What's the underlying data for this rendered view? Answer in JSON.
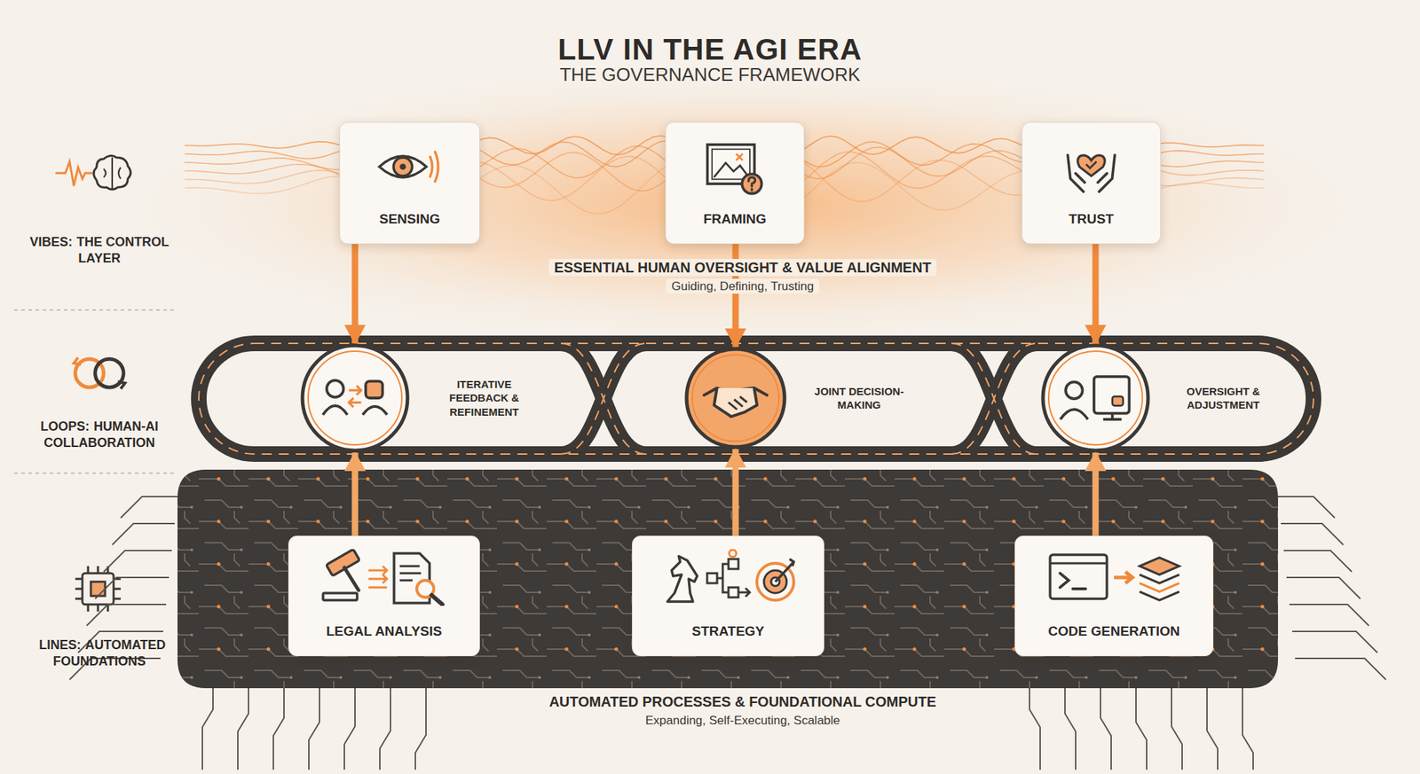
{
  "diagram": {
    "title": "LLV IN THE AGI ERA",
    "nodes": [
      {
        "text": [
          "SENSING"
        ]
      },
      {
        "text": [
          "FRAMING"
        ]
      },
      {
        "text": [
          "TRUST"
        ]
      },
      {
        "text": [
          "ITERATIVE FEEDBACK & REFINEMENT"
        ]
      },
      {
        "text": [
          "JOINT DECISION-MAKING"
        ]
      },
      {
        "text": [
          "OVERSIGHT & ADJUSTMENT"
        ]
      },
      {
        "text": [
          "LEGAL ANALYSIS"
        ]
      },
      {
        "text": [
          "STRATEGY"
        ]
      },
      {
        "text": [
          "CODE GENERATION"
        ]
      }
    ],
    "edges": [
      {
        "from": 0,
        "to": 3,
        "arrow": "to"
      },
      {
        "from": 1,
        "to": 4,
        "arrow": "to"
      },
      {
        "from": 2,
        "to": 5,
        "arrow": "to"
      },
      {
        "from": 6,
        "to": 3,
        "arrow": "to"
      },
      {
        "from": 7,
        "to": 4,
        "arrow": "to"
      },
      {
        "from": 8,
        "to": 5,
        "arrow": "to"
      }
    ],
    "labels": [
      "THE GOVERNANCE FRAMEWORK",
      "VIBES:",
      "THE CONTROL LAYER",
      "LOOPS:",
      "HUMAN-AI COLLABORATION",
      "LINES:",
      "AUTOMATED FOUNDATIONS",
      "ESSENTIAL HUMAN OVERSIGHT & VALUE ALIGNMENT",
      "Guiding, Defining, Trusting",
      "AI",
      "AUTOMATED PROCESSES & FOUNDATIONAL COMPUTE",
      "Expanding, Self-Executing, Scalable"
    ]
  }
}
